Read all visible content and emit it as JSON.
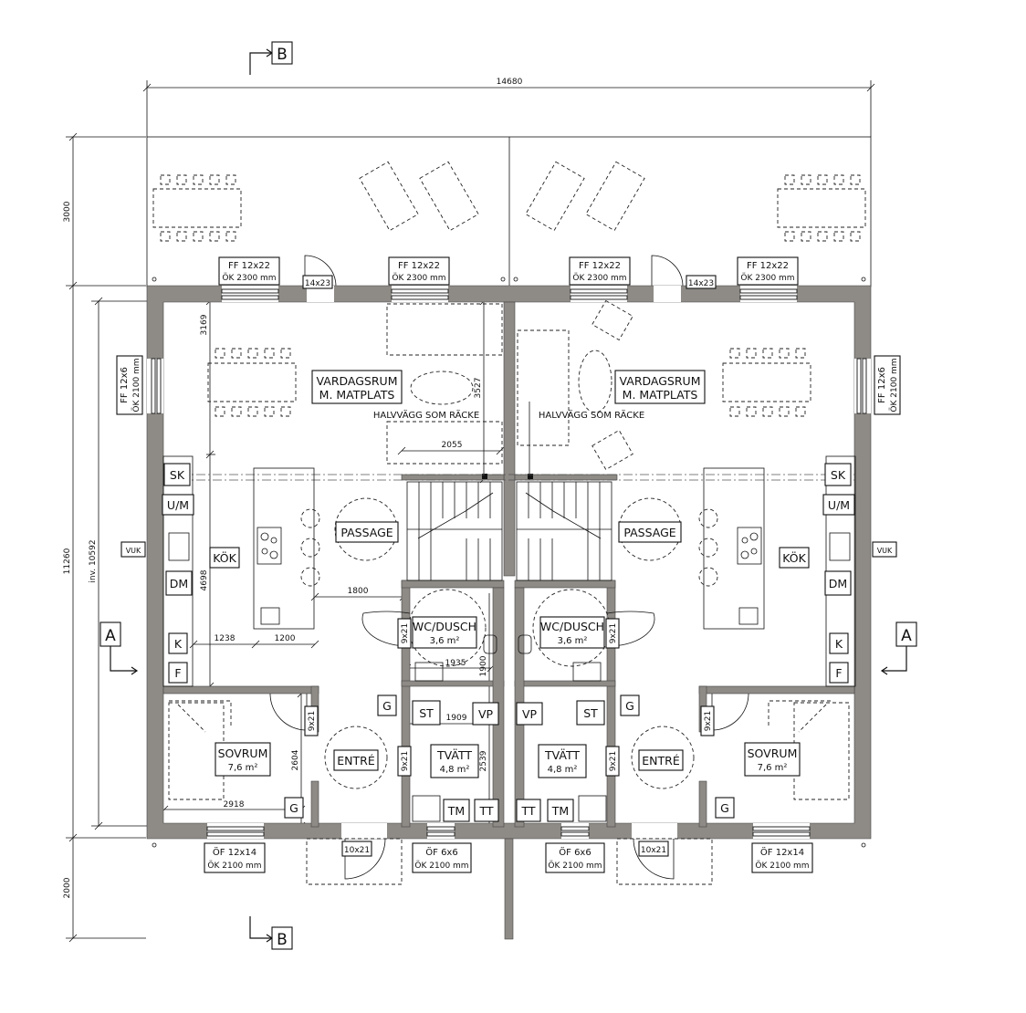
{
  "section_marks": {
    "top": "B",
    "bottom": "B",
    "left": "A",
    "right": "A"
  },
  "dimensions": {
    "overall_width": "14680",
    "terrace_depth": "3000",
    "total_depth": "11260",
    "inner_depth": "inv. 10592",
    "front_depth": "2000",
    "d3169": "3169",
    "d4698": "4698",
    "d3527": "3527",
    "d2055": "2055",
    "d1800": "1800",
    "d1238": "1238",
    "d1200": "1200",
    "d1935": "1935",
    "d1900": "1900",
    "d1909": "1909",
    "d2604": "2604",
    "d2539": "2539",
    "d2918": "2918"
  },
  "windows": {
    "ff_12x22": "FF 12x22",
    "ok_2300": "ÖK 2300 mm",
    "ff_12x6": "FF 12x6",
    "ok_2100": "ÖK 2100 mm",
    "of_12x14": "ÖF 12x14",
    "of_6x6": "ÖF 6x6"
  },
  "doors": {
    "d14x23": "14x23",
    "d10x21": "10x21",
    "d9x21": "9x21"
  },
  "rooms": {
    "living_1": "VARDAGSRUM",
    "living_2": "M. MATPLATS",
    "half_wall": "HALVVÄGG SOM RÄCKE",
    "passage": "PASSAGE",
    "kitchen": "KÖK",
    "wc": "WC/DUSCH",
    "wc_area": "3,6 m²",
    "bedroom": "SOVRUM",
    "bedroom_area": "7,6 m²",
    "entry": "ENTRÉ",
    "laundry": "TVÄTT",
    "laundry_area": "4,8 m²"
  },
  "fixtures": {
    "sk": "SK",
    "um": "U/M",
    "dm": "DM",
    "k": "K",
    "f": "F",
    "vuk": "VUK",
    "g": "G",
    "st": "ST",
    "vp": "VP",
    "tm": "TM",
    "tt": "TT"
  }
}
